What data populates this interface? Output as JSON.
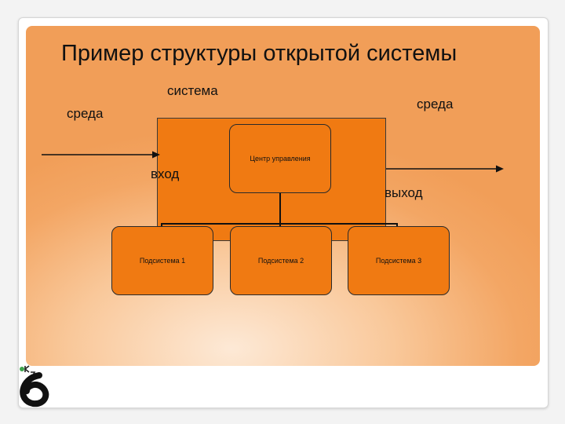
{
  "title": "Пример структуры открытой системы",
  "labels": {
    "system": "система",
    "env_left": "среда",
    "env_right": "среда",
    "input": "вход",
    "output": "выход"
  },
  "nodes": {
    "control_center": "Центр управления",
    "subsystems": [
      "Подсистема 1",
      "Подсистема 2",
      "Подсистема 3"
    ]
  },
  "colors": {
    "node_fill": "#f07a12",
    "slide_edge": "#f19e58",
    "slide_center": "#fde9d6"
  }
}
